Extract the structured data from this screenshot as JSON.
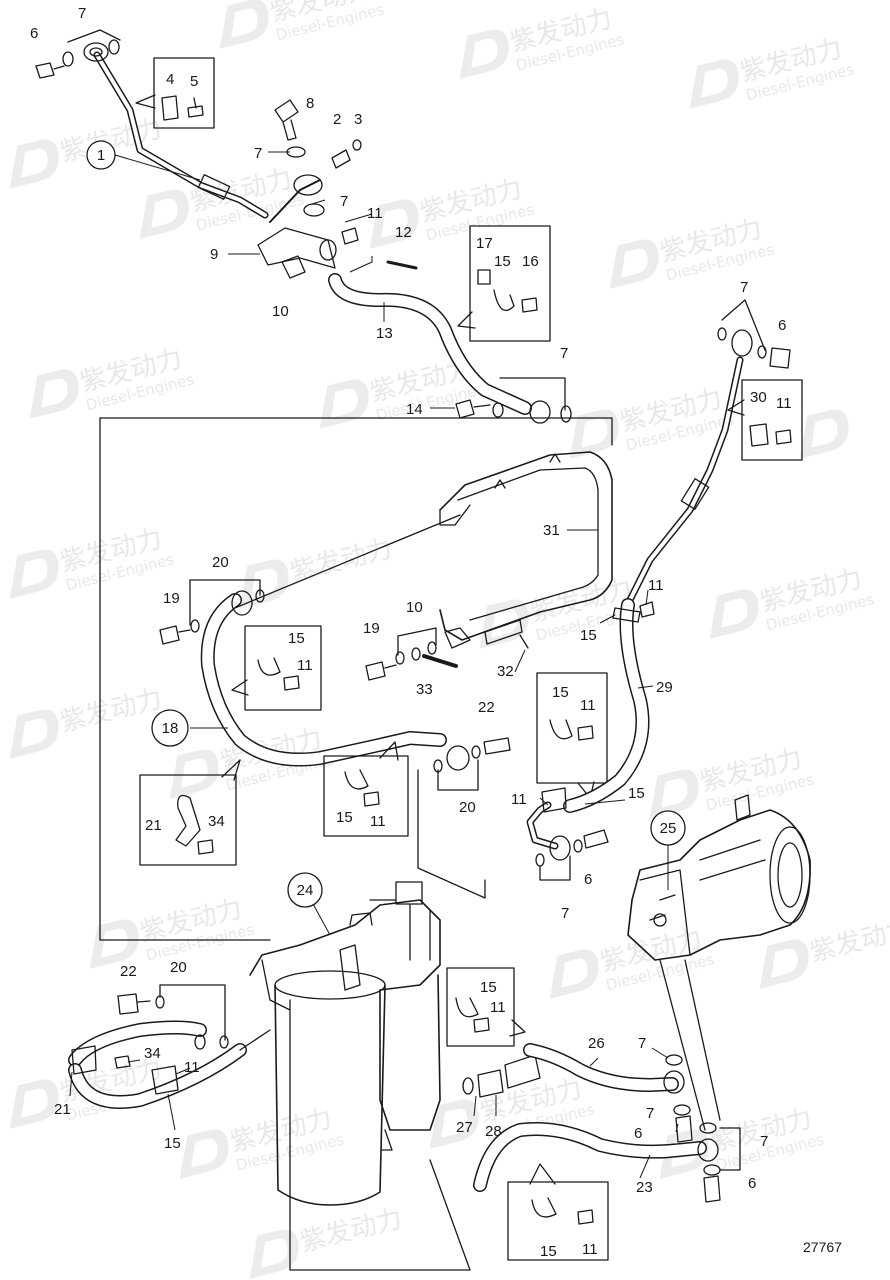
{
  "watermark": {
    "brand": "紫发动力",
    "site": "Diesel-Engines"
  },
  "drawing_number": "27767",
  "circled_callouts": [
    "1",
    "18",
    "24",
    "25"
  ],
  "callouts": {
    "c6a": "6",
    "c7a": "7",
    "c4": "4",
    "c5": "5",
    "c8": "8",
    "c2": "2",
    "c3": "3",
    "c7b": "7",
    "c7c": "7",
    "c11a": "11",
    "c12": "12",
    "c9": "9",
    "c10a": "10",
    "c13": "13",
    "c17": "17",
    "c15a": "15",
    "c16": "16",
    "c7d": "7",
    "c6b": "6",
    "c7e": "7",
    "c14": "14",
    "c30": "30",
    "c11b": "11",
    "c31": "31",
    "c20a": "20",
    "c19a": "19",
    "c15b": "15",
    "c11c": "11",
    "c10b": "10",
    "c19b": "19",
    "c33": "33",
    "c32": "32",
    "c11d": "11",
    "c15c": "15",
    "c29": "29",
    "c22a": "22",
    "c15d": "15",
    "c11e": "11",
    "c15e": "15",
    "c11f": "11",
    "c20b": "20",
    "c21a": "21",
    "c34a": "34",
    "c11g": "11",
    "c15f": "15",
    "c6c": "6",
    "c7f": "7",
    "c22b": "22",
    "c20c": "20",
    "c34b": "34",
    "c11h": "11",
    "c21b": "21",
    "c15g": "15",
    "c15h": "15",
    "c11i": "11",
    "c26": "26",
    "c7g": "7",
    "c27": "27",
    "c28": "28",
    "c7h": "7",
    "c6d": "6",
    "c7i": "7",
    "c6e": "6",
    "c23": "23",
    "c15i": "15",
    "c11j": "11"
  }
}
